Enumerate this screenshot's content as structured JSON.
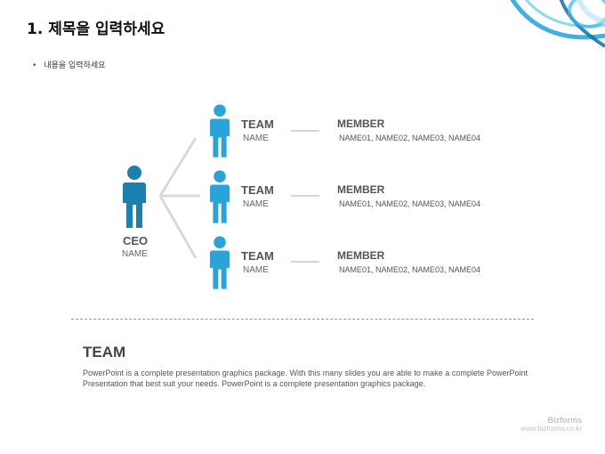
{
  "slide": {
    "title": "1. 제목을 입력하세요",
    "bullet": "내용을 입력하세요"
  },
  "ceo": {
    "role": "CEO",
    "name": "NAME"
  },
  "teams": [
    {
      "title": "TEAM",
      "name": "NAME",
      "member_title": "MEMBER",
      "members": "NAME01, NAME02,  NAME03,  NAME04"
    },
    {
      "title": "TEAM",
      "name": "NAME",
      "member_title": "MEMBER",
      "members": "NAME01, NAME02,  NAME03,  NAME04"
    },
    {
      "title": "TEAM",
      "name": "NAME",
      "member_title": "MEMBER",
      "members": "NAME01, NAME02,  NAME03,  NAME04"
    }
  ],
  "footer_section": {
    "heading": "TEAM",
    "description": "PowerPoint is a complete presentation graphics package. With this many slides you are able to make a complete PowerPoint Presentation that best suit your needs. PowerPoint is a complete presentation graphics package."
  },
  "brand": {
    "name": "Bizforms",
    "url": "www.bizforms.co.kr"
  },
  "colors": {
    "ceo_figure": "#1b7fb0",
    "team_figure": "#2aa3d8",
    "connector": "#d9d9d9",
    "decoration": "#1fa2dc"
  },
  "icons": {
    "person": "person-icon",
    "decoration": "swirl-decoration"
  }
}
